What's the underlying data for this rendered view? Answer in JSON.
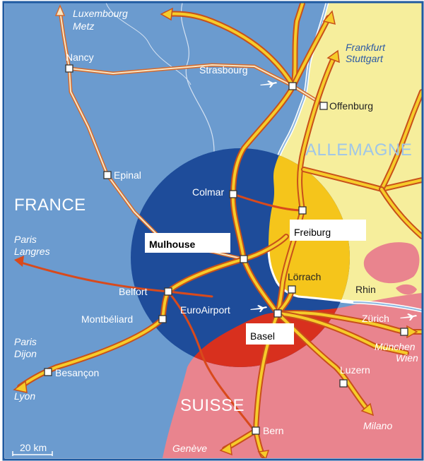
{
  "countries": {
    "france": "FRANCE",
    "allemagne": "ALLEMAGNE",
    "suisse": "SUISSE"
  },
  "highlight_cities": {
    "mulhouse": "Mulhouse",
    "freiburg": "Freiburg",
    "basel": "Basel"
  },
  "cities": {
    "nancy": "Nancy",
    "strasbourg": "Strasbourg",
    "offenburg": "Offenburg",
    "epinal": "Epinal",
    "colmar": "Colmar",
    "lorrach": "Lörrach",
    "belfort": "Belfort",
    "montbeliard": "Montbéliard",
    "euroairport": "EuroAirport",
    "zurich": "Zürich",
    "besancon": "Besançon",
    "luzern": "Luzern",
    "bern": "Bern"
  },
  "directions": {
    "luxembourg": "Luxembourg",
    "metz": "Metz",
    "frankfurt": "Frankfurt",
    "stuttgart": "Stuttgart",
    "paris1": "Paris",
    "langres": "Langres",
    "paris2": "Paris",
    "dijon": "Dijon",
    "lyon": "Lyon",
    "munchen": "München",
    "wien": "Wien",
    "milano": "Milano",
    "geneve": "Genève"
  },
  "river": "Rhin",
  "scale": "20 km",
  "colors": {
    "france": "#6b9bcf",
    "germany": "#f6ee9c",
    "switzerland": "#e9848e",
    "circle_blue": "#1e4c9a",
    "circle_yellow": "#f5c51b",
    "circle_red": "#d8301e",
    "road": "#f6cc2a",
    "road_edge": "#c8501a",
    "border": "#1f5aa0"
  }
}
